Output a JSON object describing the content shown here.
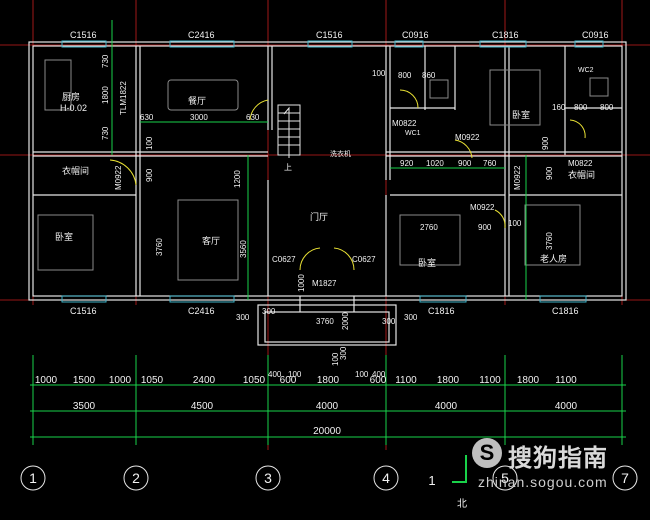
{
  "windows_top": [
    "C1516",
    "C2416",
    "C1516",
    "C0916",
    "C1816",
    "C0916"
  ],
  "windows_bottom": [
    "C1516",
    "C2416",
    "C1816",
    "C1816"
  ],
  "rooms": {
    "kitchen": "厨房",
    "kitchen_level": "H-0.02",
    "dining": "餐厅",
    "storage_left": "衣帽间",
    "bedroom_left": "卧室",
    "living": "客厅",
    "hall": "门厅",
    "bedroom_right_top": "卧室",
    "bedroom_center": "卧室",
    "storage_right": "衣帽间",
    "elder_room": "老人房",
    "washer": "洗衣机",
    "wc1": "WC1",
    "wc2": "WC2",
    "up_mark": "上"
  },
  "doors": {
    "tlm": "TLM1822",
    "m0822_a": "M0822",
    "m0922_a": "M0922",
    "m0922_left": "M0922",
    "m0822_b": "M0822",
    "m0922_b": "M0922",
    "m0922_c": "M0922",
    "m1827": "M1827",
    "c0627_a": "C0627",
    "c0627_b": "C0627"
  },
  "dims": {
    "d730a": "730",
    "d1800": "1800",
    "d730b": "730",
    "d630a": "630",
    "d3000": "3000",
    "d630b": "630",
    "d100a": "100",
    "d900a": "900",
    "d1200": "1200",
    "d3760a": "3760",
    "d3560": "3560",
    "d1000": "1000",
    "d2000": "2000",
    "d100b": "100",
    "d800a": "800",
    "d860": "860",
    "d920": "920",
    "d1020": "1020",
    "d900b": "900",
    "d760": "760",
    "d160": "160",
    "d800b": "800",
    "d800c": "800",
    "d2760": "2760",
    "d900c": "900",
    "d100c": "100",
    "d900d": "900",
    "d3760b": "3760",
    "d300a": "300",
    "d300b": "300",
    "d3760c": "3760",
    "d300c": "300",
    "d300d": "300",
    "d300e": "300",
    "d100d": "100",
    "d400a": "400",
    "d100e": "100",
    "d400b": "400",
    "d100f": "100",
    "d900e": "900"
  },
  "dim_row1": [
    "1000",
    "1500",
    "1000",
    "1050",
    "2400",
    "1050",
    "600",
    "1800",
    "600",
    "1100",
    "1800",
    "1100",
    "1800",
    "1100"
  ],
  "dim_row2": [
    "3500",
    "4500",
    "4000",
    "4000",
    "4000"
  ],
  "dim_total": "20000",
  "axes": [
    "1",
    "2",
    "3",
    "4",
    "5",
    "7"
  ],
  "north": {
    "index": "1",
    "label": "北"
  },
  "watermark": {
    "logo": "S",
    "brand": "搜狗指南",
    "url": "zhinan.sogou.com"
  },
  "colors": {
    "wall": "#e6e6e6",
    "dim": "#19d24a",
    "text": "#f2f2f2",
    "axis": "#c81e1e",
    "window": "#3fb3c8",
    "door": "#e8e034",
    "furniture": "#8a8a8a"
  }
}
